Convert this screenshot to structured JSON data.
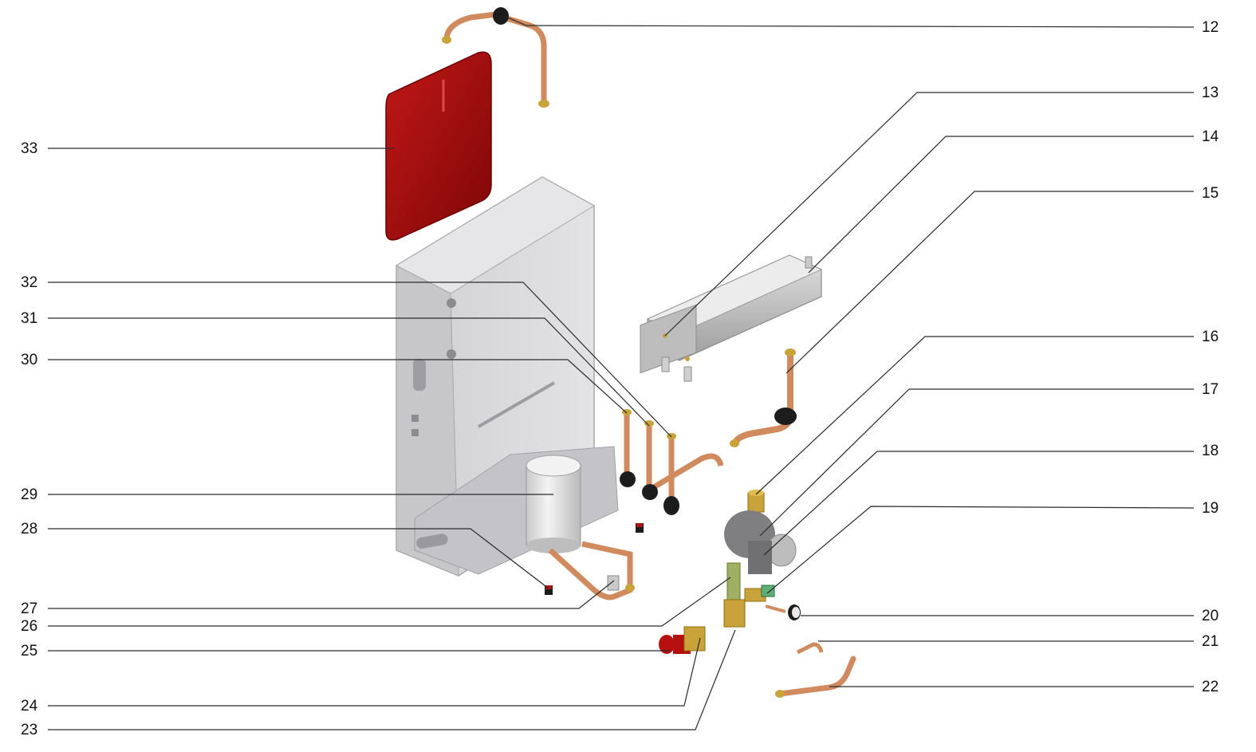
{
  "labels_right": [
    "12",
    "13",
    "14",
    "15",
    "16",
    "17",
    "18",
    "19",
    "20",
    "21",
    "22"
  ],
  "labels_left": [
    "33",
    "32",
    "31",
    "30",
    "29",
    "28",
    "27",
    "26",
    "25",
    "24",
    "23"
  ],
  "colors": {
    "frame": "#d4d4d6",
    "frame_dark": "#a9a9ad",
    "expansion_vessel": "#a50f0f",
    "copper": "#d08a5e",
    "brass": "#c9a33a",
    "rubber": "#1c1c1c",
    "pump": "#8a8a8c",
    "leader": "#2a2a2a"
  },
  "parts": [
    {
      "id": "12",
      "icon": "pipe-icon"
    },
    {
      "id": "13",
      "icon": "heat-exchanger-connection-icon"
    },
    {
      "id": "14",
      "icon": "heat-exchanger-icon"
    },
    {
      "id": "15",
      "icon": "pipe-icon"
    },
    {
      "id": "16",
      "icon": "air-vent-icon"
    },
    {
      "id": "17",
      "icon": "pump-icon"
    },
    {
      "id": "18",
      "icon": "pump-body-icon"
    },
    {
      "id": "19",
      "icon": "valve-icon"
    },
    {
      "id": "20",
      "icon": "pressure-gauge-icon"
    },
    {
      "id": "21",
      "icon": "pipe-icon"
    },
    {
      "id": "22",
      "icon": "pipe-icon"
    },
    {
      "id": "23",
      "icon": "diverter-valve-icon"
    },
    {
      "id": "24",
      "icon": "fitting-icon"
    },
    {
      "id": "25",
      "icon": "safety-valve-icon"
    },
    {
      "id": "26",
      "icon": "filter-icon"
    },
    {
      "id": "27",
      "icon": "pipe-icon"
    },
    {
      "id": "28",
      "icon": "sensor-icon"
    },
    {
      "id": "29",
      "icon": "hydraulic-cylinder-icon"
    },
    {
      "id": "30",
      "icon": "pipe-icon"
    },
    {
      "id": "31",
      "icon": "pipe-icon"
    },
    {
      "id": "32",
      "icon": "pipe-icon"
    },
    {
      "id": "33",
      "icon": "expansion-vessel-icon"
    }
  ]
}
